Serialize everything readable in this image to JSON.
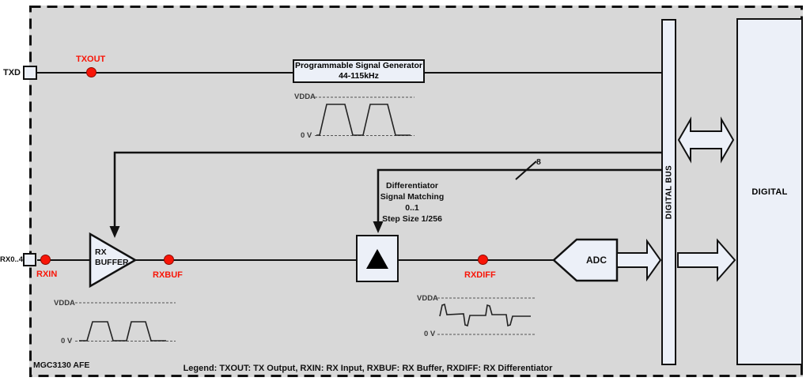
{
  "diagram": {
    "name": "MGC3130 AFE",
    "legend": "Legend: TXOUT: TX Output, RXIN: RX Input, RXBUF: RX Buffer, RXDIFF: RX Differentiator",
    "pins": {
      "txd": "TXD",
      "rx": "RX0..4"
    },
    "test_points": {
      "txout": "TXOUT",
      "rxin": "RXIN",
      "rxbuf": "RXBUF",
      "rxdiff": "RXDIFF"
    },
    "blocks": {
      "signal_generator_line1": "Programmable Signal Generator",
      "signal_generator_line2": "44-115kHz",
      "rx_buffer_line1": "RX",
      "rx_buffer_line2": "BUFFER",
      "adc": "ADC",
      "digital_bus": "DIGITAL BUS",
      "digital": "DIGITAL"
    },
    "annotations": {
      "differentiator_line1": "Differentiator",
      "differentiator_line2": "Signal Matching",
      "differentiator_line3": "0..1",
      "differentiator_line4": "Step Size 1/256",
      "bus_width": "8"
    },
    "waveform_labels": {
      "vdda": "VDDA",
      "zero_v": "0 V"
    },
    "colors": {
      "canvas_fill": "#d8d8d8",
      "block_fill": "#ecf0f8",
      "line": "#111111",
      "accent_red": "#f81507"
    }
  }
}
